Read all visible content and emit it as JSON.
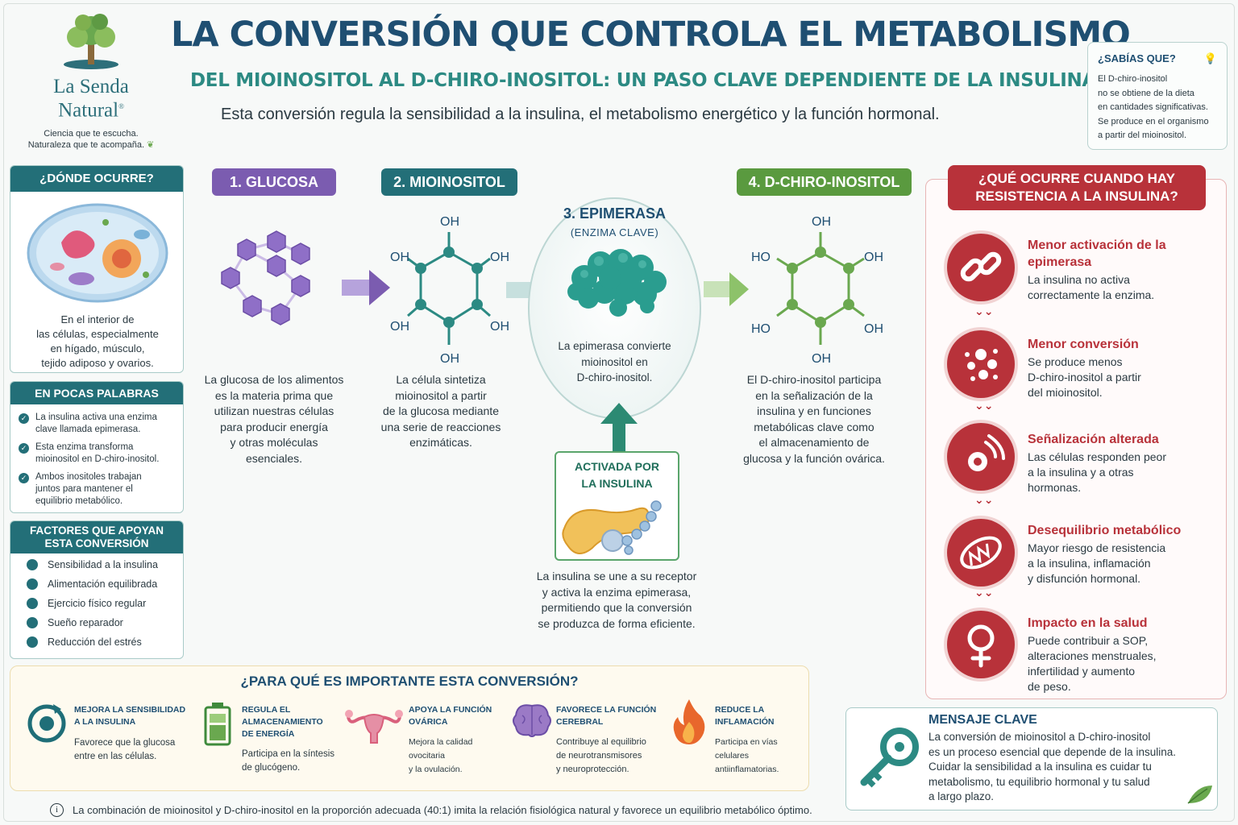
{
  "brand": {
    "name_line1": "La Senda",
    "name_line2": "Natural",
    "reg_mark": "®",
    "tagline_line1": "Ciencia que te escucha.",
    "tagline_line2": "Naturaleza que te acompaña."
  },
  "header": {
    "title": "LA CONVERSIÓN QUE CONTROLA EL METABOLISMO",
    "subtitle": "DEL MIOINOSITOL AL D-CHIRO-INOSITOL: UN PASO CLAVE DEPENDIENTE DE LA INSULINA",
    "intro": "Esta conversión regula la sensibilidad a la insulina, el metabolismo energético y la función hormonal."
  },
  "sabias": {
    "title": "¿SABÍAS QUE?",
    "lines": [
      "El D-chiro-inositol",
      "no se obtiene de la dieta",
      "en cantidades significativas.",
      "Se produce en el organismo",
      "a partir del mioinositol."
    ]
  },
  "donde": {
    "title": "¿DÓNDE OCURRE?",
    "lines": [
      "En el interior de",
      "las células, especialmente",
      "en hígado, músculo,",
      "tejido adiposo y ovarios."
    ]
  },
  "pocas": {
    "title": "EN POCAS PALABRAS",
    "items": [
      [
        "La insulina activa una enzima",
        "clave llamada epimerasa."
      ],
      [
        "Esta enzima transforma",
        "mioinositol en D-chiro-inositol."
      ],
      [
        "Ambos inositoles trabajan",
        "juntos para mantener el",
        "equilibrio metabólico."
      ]
    ]
  },
  "factores": {
    "title_line1": "FACTORES QUE APOYAN",
    "title_line2": "ESTA CONVERSIÓN",
    "items": [
      "Sensibilidad a la insulina",
      "Alimentación equilibrada",
      "Ejercicio físico regular",
      "Sueño reparador",
      "Reducción del estrés"
    ]
  },
  "steps": {
    "glucosa": {
      "label": "1. GLUCOSA",
      "color": "#7b5cb0",
      "lines": [
        "La glucosa de los alimentos",
        "es la materia prima que",
        "utilizan nuestras células",
        "para producir energía",
        "y otras moléculas",
        "esenciales."
      ]
    },
    "mioinositol": {
      "label": "2. MIOINOSITOL",
      "color": "#236f78",
      "oh": "OH",
      "lines": [
        "La célula sintetiza",
        "mioinositol a partir",
        "de la glucosa mediante",
        "una serie de reacciones",
        "enzimáticas."
      ]
    },
    "epimerasa": {
      "label": "3. EPIMERASA",
      "sub": "(ENZIMA CLAVE)",
      "lines": [
        "La epimerasa convierte",
        "mioinositol en",
        "D-chiro-inositol."
      ]
    },
    "dci": {
      "label": "4. D-CHIRO-INOSITOL",
      "color": "#5a9a3f",
      "oh": "OH",
      "ho": "HO",
      "lines": [
        "El D-chiro-inositol participa",
        "en la señalización de la",
        "insulina y en funciones",
        "metabólicas clave como",
        "el almacenamiento de",
        "glucosa y la función ovárica."
      ]
    }
  },
  "insulina": {
    "title_line1": "ACTIVADA POR",
    "title_line2": "LA INSULINA",
    "lines": [
      "La insulina se une a su receptor",
      "y activa la enzima epimerasa,",
      "permitiendo que la conversión",
      "se produzca de forma eficiente."
    ]
  },
  "resistencia": {
    "title_line1": "¿QUÉ OCURRE CUANDO HAY",
    "title_line2": "RESISTENCIA A LA INSULINA?",
    "color": "#b8323a",
    "items": [
      {
        "title": [
          "Menor activación de la",
          "epimerasa"
        ],
        "text": [
          "La insulina no activa",
          "correctamente la enzima."
        ],
        "icon": "broken-link-icon"
      },
      {
        "title": [
          "Menor conversión"
        ],
        "text": [
          "Se produce menos",
          "D-chiro-inositol a partir",
          "del mioinositol."
        ],
        "icon": "dots-icon"
      },
      {
        "title": [
          "Señalización alterada"
        ],
        "text": [
          "Las células responden peor",
          "a la insulina y a otras",
          "hormonas."
        ],
        "icon": "signal-icon"
      },
      {
        "title": [
          "Desequilibrio metabólico"
        ],
        "text": [
          "Mayor riesgo de resistencia",
          "a la insulina, inflamación",
          "y disfunción hormonal."
        ],
        "icon": "mitochondria-icon"
      },
      {
        "title": [
          "Impacto en la salud"
        ],
        "text": [
          "Puede contribuir a SOP,",
          "alteraciones menstruales,",
          "infertilidad y aumento",
          "de peso."
        ],
        "icon": "female-symbol-icon"
      }
    ]
  },
  "importancia": {
    "title": "¿PARA QUÉ ES IMPORTANTE ESTA CONVERSIÓN?",
    "items": [
      {
        "h": [
          "MEJORA LA SENSIBILIDAD",
          "A LA INSULINA"
        ],
        "t": [
          "Favorece que la glucosa",
          "entre en las células."
        ],
        "icon": "sensitivity-icon"
      },
      {
        "h": [
          "REGULA EL",
          "ALMACENAMIENTO",
          "DE ENERGÍA"
        ],
        "t": [
          "Participa en la síntesis",
          "de glucógeno."
        ],
        "icon": "battery-icon"
      },
      {
        "h": [
          "APOYA LA FUNCIÓN",
          "OVÁRICA"
        ],
        "t": [
          "Mejora la calidad ovocitaria",
          "y la ovulación."
        ],
        "icon": "uterus-icon"
      },
      {
        "h": [
          "FAVORECE LA FUNCIÓN",
          "CEREBRAL"
        ],
        "t": [
          "Contribuye al equilibrio",
          "de neurotransmisores",
          "y neuroprotección."
        ],
        "icon": "brain-icon"
      },
      {
        "h": [
          "REDUCE LA",
          "INFLAMACIÓN"
        ],
        "t": [
          "Participa en vías celulares",
          "antiinflamatorias."
        ],
        "icon": "flame-icon"
      }
    ]
  },
  "footnote": "La combinación de mioinositol y D-chiro-inositol en la proporción adecuada (40:1) imita la relación fisiológica natural y favorece un equilibrio metabólico óptimo.",
  "mensaje": {
    "title": "MENSAJE CLAVE",
    "lines": [
      "La conversión de mioinositol a D-chiro-inositol",
      "es un proceso esencial que depende de la insulina.",
      "Cuidar la sensibilidad a la insulina es cuidar tu",
      "metabolismo, tu equilibrio hormonal y tu salud",
      "a largo plazo."
    ]
  }
}
